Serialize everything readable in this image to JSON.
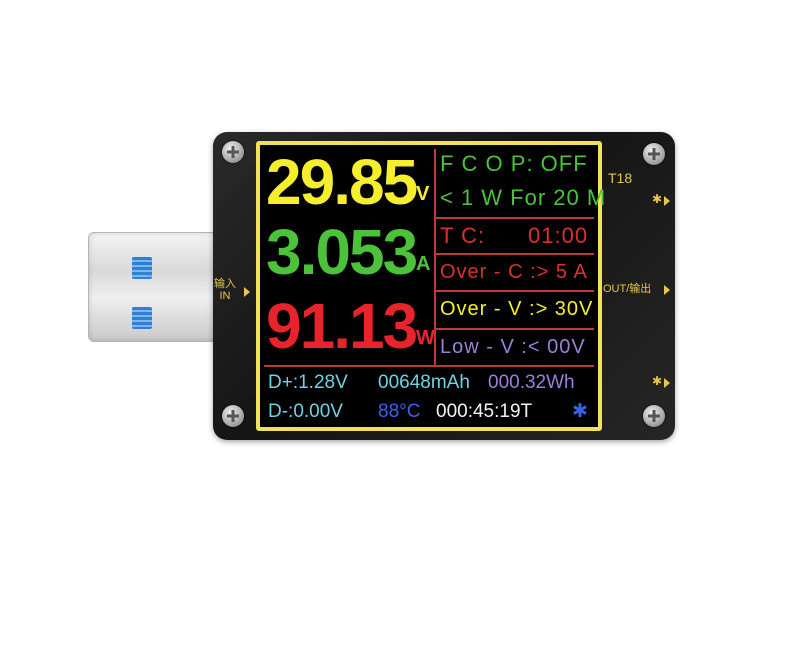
{
  "device": {
    "model": "T18",
    "input_label_cn": "输入",
    "input_label_en": "IN",
    "output_label": "OUT/输出",
    "bluetooth_glyph": "✱"
  },
  "readings": {
    "voltage": {
      "value": "29.85",
      "unit": "V",
      "color": "#f5ee2c"
    },
    "current": {
      "value": "3.053",
      "unit": "A",
      "color": "#4cc23a"
    },
    "power": {
      "value": "91.13",
      "unit": "W",
      "color": "#e8232b"
    }
  },
  "settings": {
    "fcop": "F C O P: OFF",
    "threshold": "< 1 W  For 20 M",
    "tc_label": "T C:",
    "tc_value": "01:00",
    "over_c": "Over - C :>  5  A",
    "over_v": "Over - V :> 30V",
    "low_v": "Low  -  V :<  00V"
  },
  "status": {
    "dplus": "D+:1.28V",
    "capacity": "00648mAh",
    "energy": "000.32Wh",
    "dminus": "D-:0.00V",
    "temperature": "88°C",
    "timer": "000:45:19T",
    "bluetooth_icon": "✱"
  },
  "colors": {
    "green": "#4cc23a",
    "red": "#d8322f",
    "yellow": "#f5ee2c",
    "cyan": "#6fd3e6",
    "purple": "#9a80d8",
    "blue": "#3a62e6",
    "white": "#f2f2f2"
  }
}
